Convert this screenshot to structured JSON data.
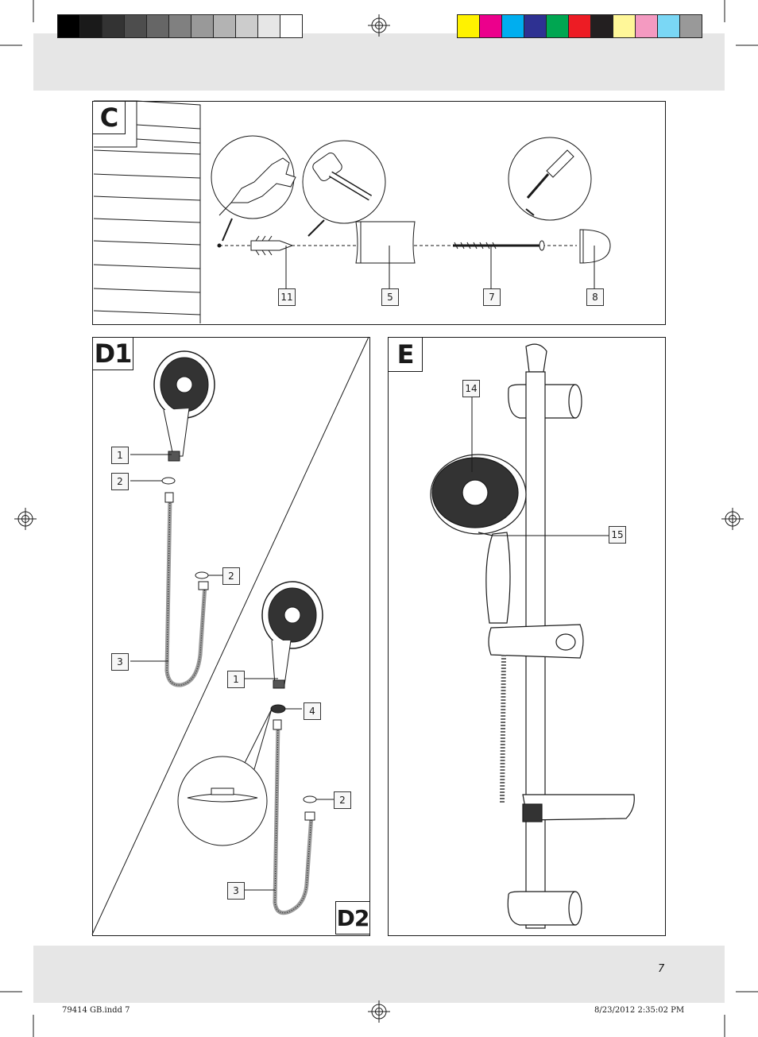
{
  "print_marks": {
    "grayscale": [
      "#000000",
      "#1a1a1a",
      "#333333",
      "#4d4d4d",
      "#666666",
      "#808080",
      "#999999",
      "#b3b3b3",
      "#cccccc",
      "#e6e6e6",
      "#ffffff"
    ],
    "colors": [
      "#fff200",
      "#ec008c",
      "#00aeef",
      "#2e3192",
      "#00a651",
      "#ed1c24",
      "#231f20",
      "#fff799",
      "#f49ac1",
      "#7ad7f5",
      "#999999"
    ],
    "slug_left": "79414 GB.indd   7",
    "slug_right": "8/23/2012   2:35:02 PM"
  },
  "page_number": "7",
  "panels": {
    "c": {
      "letter": "C",
      "tools": [
        "drill-icon",
        "hammer-icon",
        "screwdriver-icon"
      ],
      "callouts": [
        "11",
        "5",
        "7",
        "8"
      ]
    },
    "d1": {
      "letter": "D1",
      "callouts": [
        "1",
        "2",
        "2",
        "3"
      ]
    },
    "d2": {
      "letter": "D2",
      "callouts": [
        "1",
        "4",
        "2",
        "3"
      ]
    },
    "e": {
      "letter": "E",
      "callouts": [
        "14",
        "15"
      ]
    }
  },
  "colors": {
    "line": "#1a1a1a",
    "band": "#e6e6e6",
    "callout_bg": "#f7f7f7"
  }
}
